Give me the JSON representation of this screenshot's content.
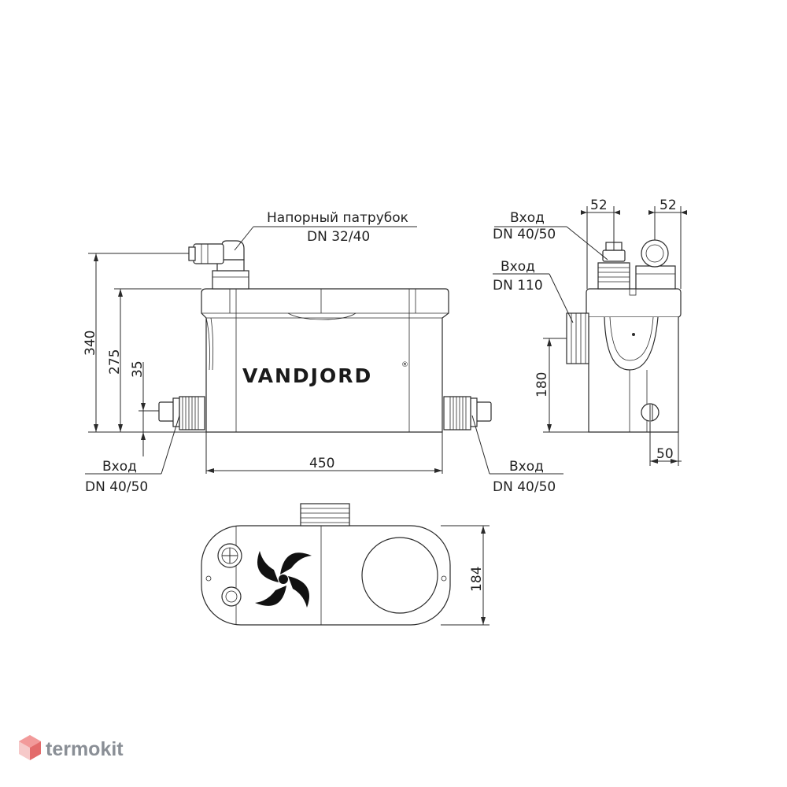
{
  "brand": {
    "logo": "VANDJORD",
    "registered_mark": "®"
  },
  "front_view": {
    "outlet_label": "Напорный патрубок",
    "outlet_size": "DN 32/40",
    "inlet_left_label": "Вход",
    "inlet_left_size": "DN 40/50",
    "inlet_right_label": "Вход",
    "inlet_right_size": "DN 40/50",
    "dim_total_height": "340",
    "dim_body_height": "275",
    "dim_inlet_height": "35",
    "dim_width": "450"
  },
  "side_view": {
    "inlet_top_label": "Вход",
    "inlet_top_size": "DN 40/50",
    "inlet_side_label": "Вход",
    "inlet_side_size": "DN 110",
    "dim_top_left": "52",
    "dim_top_right": "52",
    "dim_inlet_height": "180",
    "dim_bottom": "50"
  },
  "top_view": {
    "dim_depth": "184"
  },
  "watermark": {
    "text": "termokit",
    "icon": "cube-logo-icon",
    "color": "#8a8f96"
  }
}
